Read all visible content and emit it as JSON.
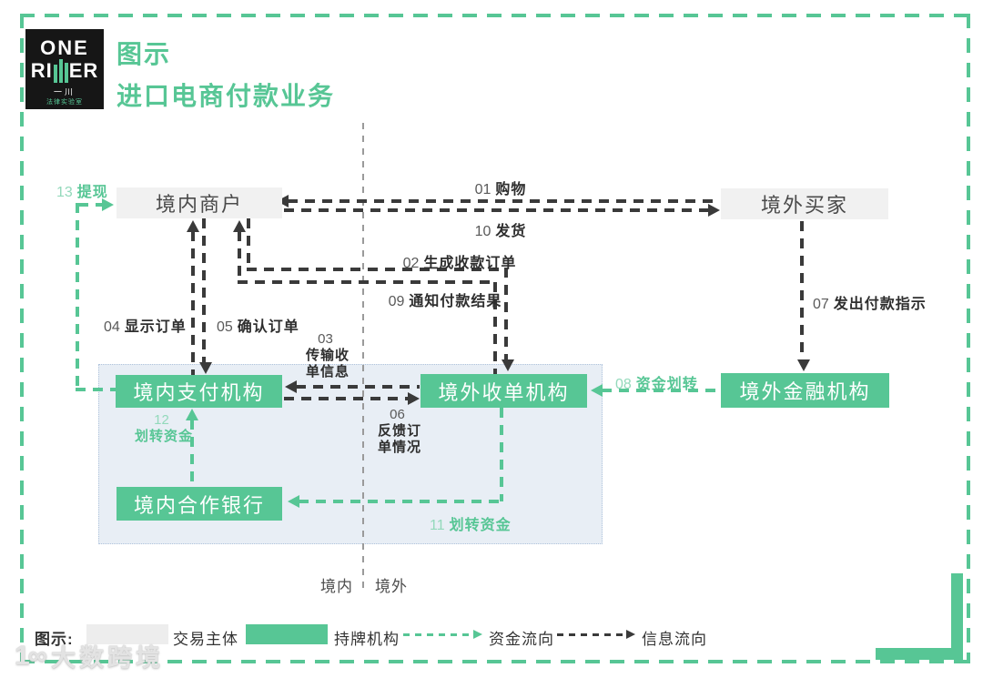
{
  "logo": {
    "line1": "ONE",
    "line2_left": "RI",
    "line2_right": "ER",
    "sub1": "一川",
    "sub2": "法律实验室"
  },
  "header": {
    "title_line1": "图示",
    "title_line2": "进口电商付款业务"
  },
  "nodes": {
    "merchant": "境内商户",
    "buyer": "境外买家",
    "payment": "境内支付机构",
    "acquirer": "境外收单机构",
    "foreign_fi": "境外金融机构",
    "bank": "境内合作银行"
  },
  "flows": {
    "f01": {
      "no": "01",
      "text": "购物"
    },
    "f02": {
      "no": "02",
      "text": "生成收款订单"
    },
    "f03": {
      "no": "03",
      "line1": "传输收",
      "line2": "单信息"
    },
    "f04": {
      "no": "04",
      "text": "显示订单"
    },
    "f05": {
      "no": "05",
      "text": "确认订单"
    },
    "f06": {
      "no": "06",
      "line1": "反馈订",
      "line2": "单情况"
    },
    "f07": {
      "no": "07",
      "text": "发出付款指示"
    },
    "f08": {
      "no": "08",
      "text": "资金划转"
    },
    "f09": {
      "no": "09",
      "text": "通知付款结果"
    },
    "f10": {
      "no": "10",
      "text": "发货"
    },
    "f11": {
      "no": "11",
      "text": "划转资金"
    },
    "f12": {
      "no": "12",
      "text": "划转资金"
    },
    "f13": {
      "no": "13",
      "text": "提现"
    }
  },
  "regions": {
    "domestic": "境内",
    "overseas": "境外"
  },
  "legend": {
    "title": "图示:",
    "trade_subject": "交易主体",
    "licensed_institution": "持牌机构",
    "fund_flow": "资金流向",
    "info_flow": "信息流向"
  },
  "watermark": {
    "icon": "1∞",
    "text": "大数跨境"
  },
  "colors": {
    "green": "#57C695",
    "green_light": "#93D9BB",
    "ink": "#3A3A3A",
    "gray_box": "#F1F1F1",
    "shade": "#E8EEF5"
  }
}
